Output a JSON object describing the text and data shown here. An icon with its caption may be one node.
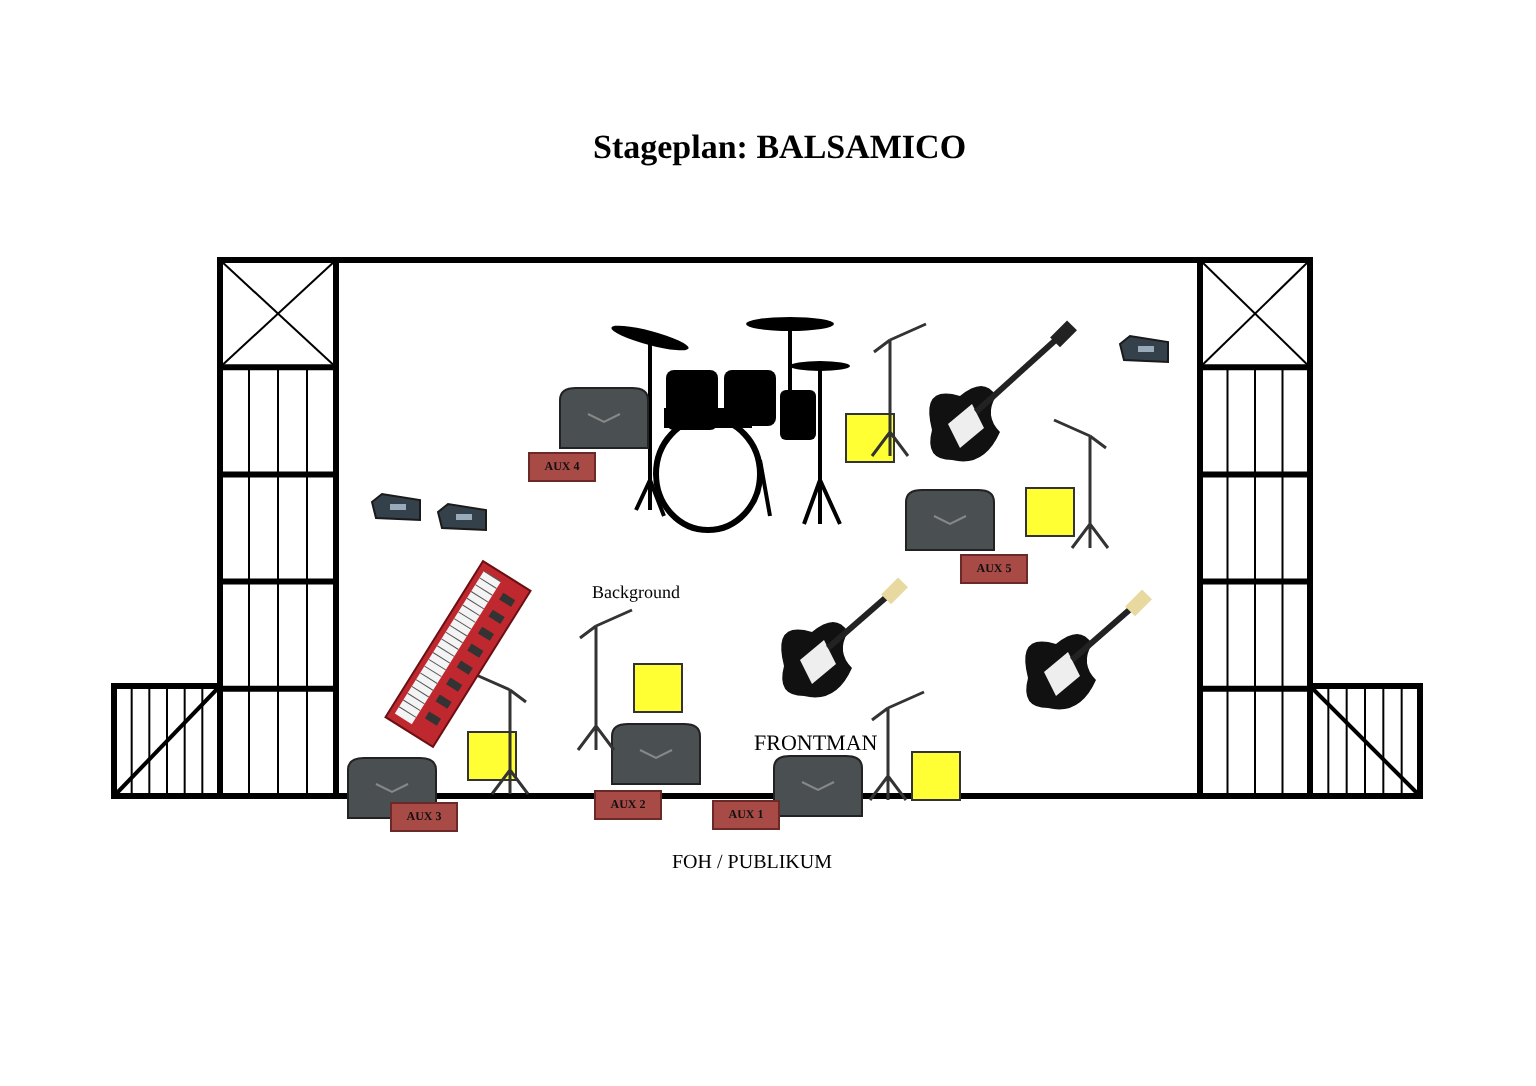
{
  "diagram": {
    "title": "Stageplan: BALSAMICO",
    "nodes": [
      {
        "text": [
          "AUX 4"
        ]
      },
      {
        "text": [
          "AUX 5"
        ]
      },
      {
        "text": [
          "AUX 3"
        ]
      },
      {
        "text": [
          "AUX 2"
        ]
      },
      {
        "text": [
          "AUX 1"
        ]
      }
    ],
    "edges": [],
    "labels": [
      "Background",
      "FRONTMAN",
      "FOH / PUBLIKUM"
    ]
  }
}
